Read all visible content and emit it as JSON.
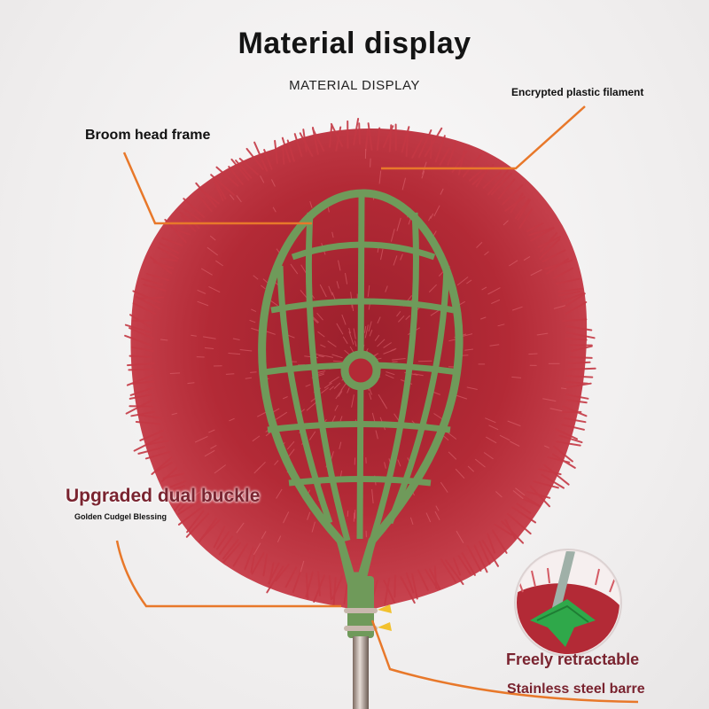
{
  "header": {
    "title": "Material display",
    "subtitle": "MATERIAL DISPLAY"
  },
  "callouts": {
    "filament": "Encrypted plastic filament",
    "frame": "Broom head frame",
    "buckle": "Upgraded dual buckle",
    "blessing": "Golden Cudgel Blessing",
    "retract": "Freely retractable",
    "steel": "Stainless steel barre"
  },
  "colors": {
    "bristle": "#b32a36",
    "bristle_dark": "#8a1e28",
    "frame": "#6f9a5a",
    "callout_line": "#e8782a",
    "accent_text": "#7a2430",
    "inset_frame": "#2fa84a"
  }
}
